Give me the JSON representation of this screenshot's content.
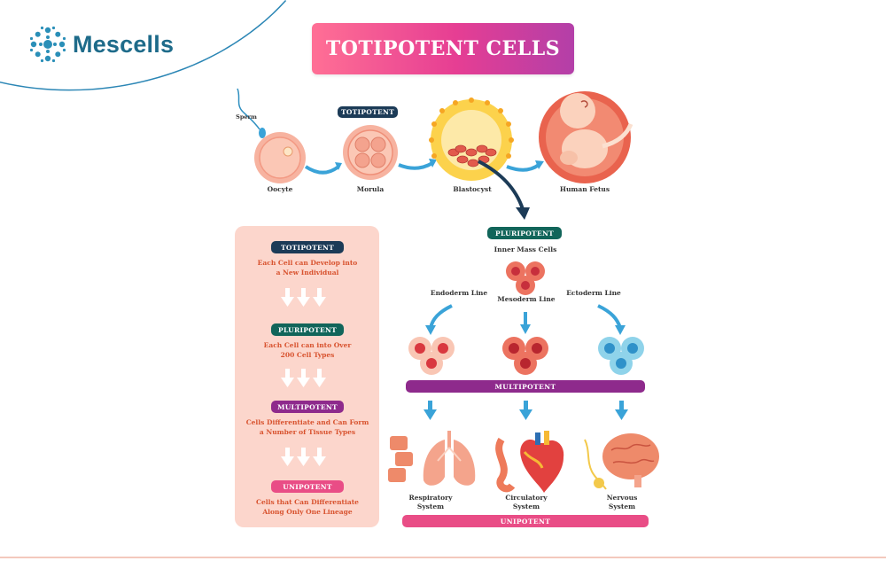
{
  "brand": {
    "name": "Mescells",
    "accent": "#1e6b8a"
  },
  "title": "TOTIPOTENT CELLS",
  "top_flow": {
    "sperm_label": "Sperm",
    "totipotent_tag": "TOTIPOTENT",
    "stages": [
      "Oocyte",
      "Morula",
      "Blastocyst",
      "Human Fetus"
    ]
  },
  "legend_panel": {
    "items": [
      {
        "tag": "TOTIPOTENT",
        "desc_line1": "Each Cell can Develop into",
        "desc_line2": "a New Individual"
      },
      {
        "tag": "PLURIPOTENT",
        "desc_line1": "Each Cell can into Over",
        "desc_line2": "200 Cell Types"
      },
      {
        "tag": "MULTIPOTENT",
        "desc_line1": "Cells Differentiate and Can Form",
        "desc_line2": "a Number of Tissue Types"
      },
      {
        "tag": "UNIPOTENT",
        "desc_line1": "Cells that Can Differentiate",
        "desc_line2": "Along Only One Lineage"
      }
    ]
  },
  "right_flow": {
    "pluripotent_tag": "PLURIPOTENT",
    "inner_mass": "Inner Mass Cells",
    "lines": [
      "Endoderm Line",
      "Mesoderm Line",
      "Ectoderm Line"
    ],
    "multipotent_bar": "MULTIPOTENT",
    "systems": [
      {
        "line1": "Respiratory",
        "line2": "System"
      },
      {
        "line1": "Circulatory",
        "line2": "System"
      },
      {
        "line1": "Nervous",
        "line2": "System"
      }
    ],
    "unipotent_bar": "UNIPOTENT"
  },
  "colors": {
    "banner_start": "#ff6f95",
    "banner_end": "#b33fa8",
    "arrow_blue": "#3aa3d8",
    "panel_bg": "#fcd6cc",
    "navy_tag": "#1c3b57",
    "green_tag": "#11655a",
    "purple_tag": "#8e2a8c",
    "pink_tag": "#e94d86"
  }
}
